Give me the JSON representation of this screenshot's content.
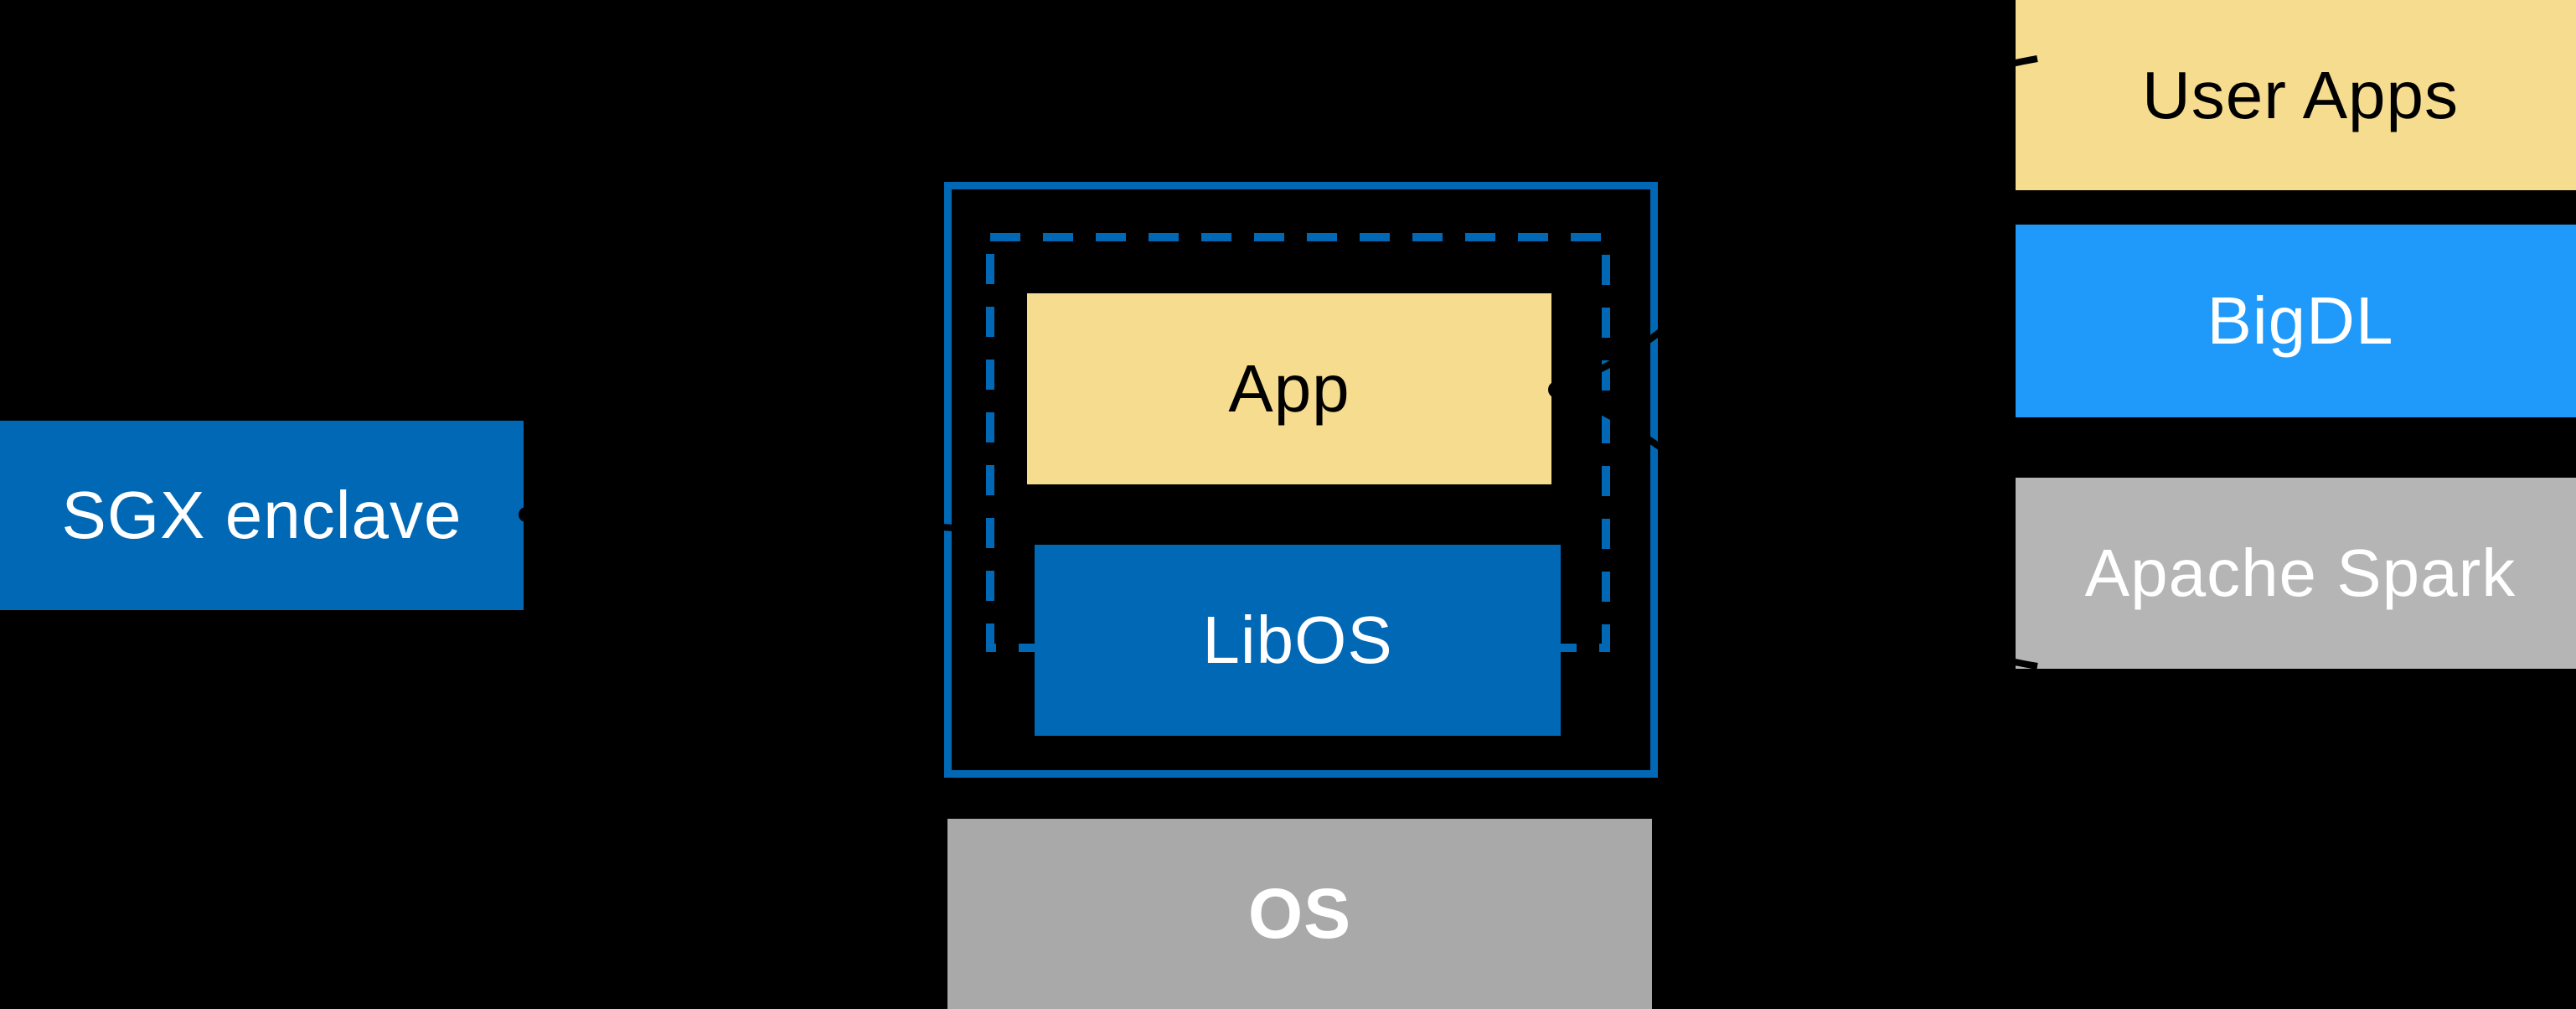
{
  "canvas": {
    "background": "#000000"
  },
  "colors": {
    "intel_blue": "#0068B5",
    "bright_blue": "#1F9AFB",
    "yellow": "#F6DC8F",
    "gray_spark": "#B5B5B5",
    "gray_os": "#A9A9A9",
    "text_light": "#FFFFFF",
    "text_dark": "#000000",
    "annotation_black": "#000000"
  },
  "left_box": {
    "label": "SGX enclave",
    "fill": "#0068B5",
    "text_color": "#FFFFFF"
  },
  "center": {
    "outer_border_color": "#0068B5",
    "dashed_border_color": "#0068B5",
    "app_box": {
      "label": "App",
      "fill": "#F6DC8F",
      "text_color": "#000000"
    },
    "libos_box": {
      "label": "LibOS",
      "fill": "#0068B5",
      "text_color": "#FFFFFF"
    },
    "os_box": {
      "label": "OS",
      "fill": "#A9A9A9",
      "text_color": "#FFFFFF"
    }
  },
  "right_stack": {
    "items": [
      {
        "label": "User Apps",
        "fill": "#F6DC8F",
        "text_color": "#000000"
      },
      {
        "label": "BigDL",
        "fill": "#1F9AFB",
        "text_color": "#FFFFFF"
      },
      {
        "label": "Apache Spark",
        "fill": "#B5B5B5",
        "text_color": "#FFFFFF"
      }
    ]
  },
  "annotations": {
    "enclave_callout": "dot-tailed black arrow from SGX enclave label to dashed enclave boundary",
    "stack_brace": "black brace from right stack pointing to App box",
    "color": "#000000"
  }
}
